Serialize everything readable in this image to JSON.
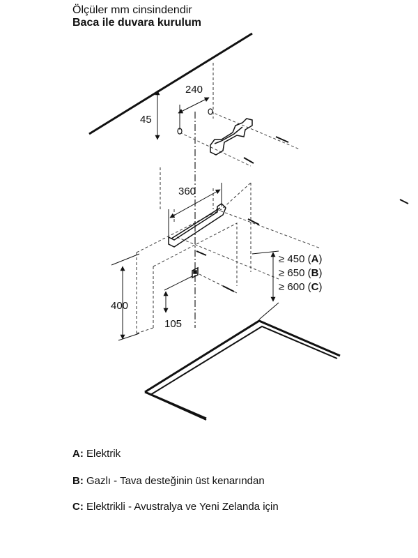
{
  "header": {
    "units_note": "Ölçüler mm cinsindendir",
    "title": "Baca ile duvara kurulum"
  },
  "dimensions": {
    "d240": "240",
    "d45": "45",
    "d360": "360",
    "d400": "400",
    "d105": "105",
    "clear_a": "≥ 450 (",
    "clear_a_key": "A",
    "clear_b": "≥ 650 (",
    "clear_b_key": "B",
    "clear_c": "≥ 600 (",
    "clear_c_key": "C",
    "close_paren": ")"
  },
  "legend": {
    "a_key": "A:",
    "a_text": "Elektrik",
    "b_key": "B:",
    "b_text": "Gazlı - Tava desteğinin üst kenarından",
    "c_key": "C:",
    "c_text": "Elektrikli - Avustralya ve Yeni Zelanda için"
  }
}
